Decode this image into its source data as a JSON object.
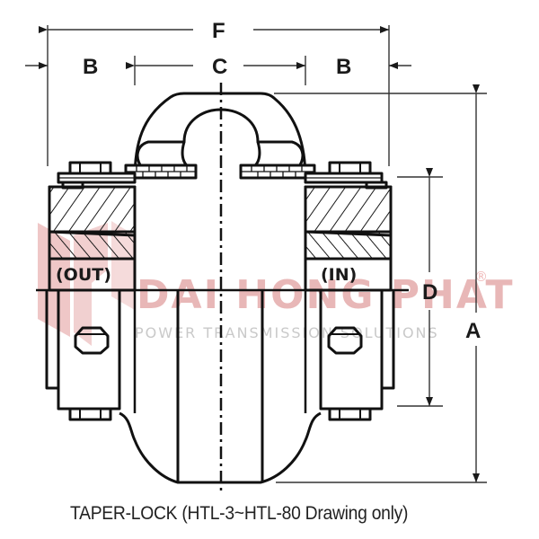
{
  "dimensions": {
    "F": "F",
    "B_left": "B",
    "C": "C",
    "B_right": "B",
    "D": "D",
    "A": "A"
  },
  "hub_labels": {
    "left": "(OUT)",
    "right": "(IN)"
  },
  "watermark": {
    "brand": "DAI HONG PHAT",
    "tagline": "POWER TRANSMISSION SOLUTIONS",
    "registered": "®",
    "color": "#e8b7b7"
  },
  "caption": "TAPER-LOCK (HTL-3~HTL-80 Drawing only)",
  "colors": {
    "line": "#1a1a1a",
    "background": "#ffffff"
  }
}
